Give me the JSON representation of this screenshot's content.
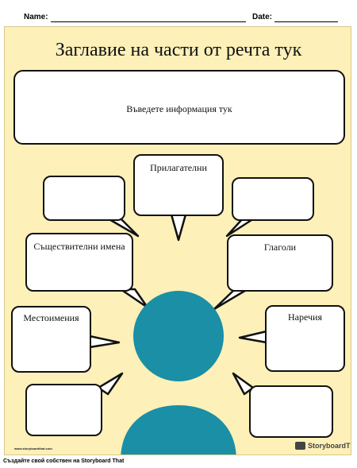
{
  "header": {
    "name_label": "Name:",
    "date_label": "Date:"
  },
  "title": "Заглавие на части от речта тук",
  "top_box": {
    "text": "Въведете информация тук"
  },
  "bubbles": {
    "top_center": "Прилагателни",
    "top_left": "",
    "top_right": "",
    "mid_left": "Съществителни имена",
    "mid_right": "Глаголи",
    "lower_left": "Местоимения",
    "lower_right": "Наречия",
    "bottom_left": "",
    "bottom_right": ""
  },
  "footer": {
    "site": "www.storyboardthat.com",
    "logo": "StoryboardThat"
  },
  "caption": "Създайте свой собствен на Storyboard That",
  "colors": {
    "background": "#fdf0b8",
    "figure": "#1a8fa6",
    "outline": "#111111"
  }
}
